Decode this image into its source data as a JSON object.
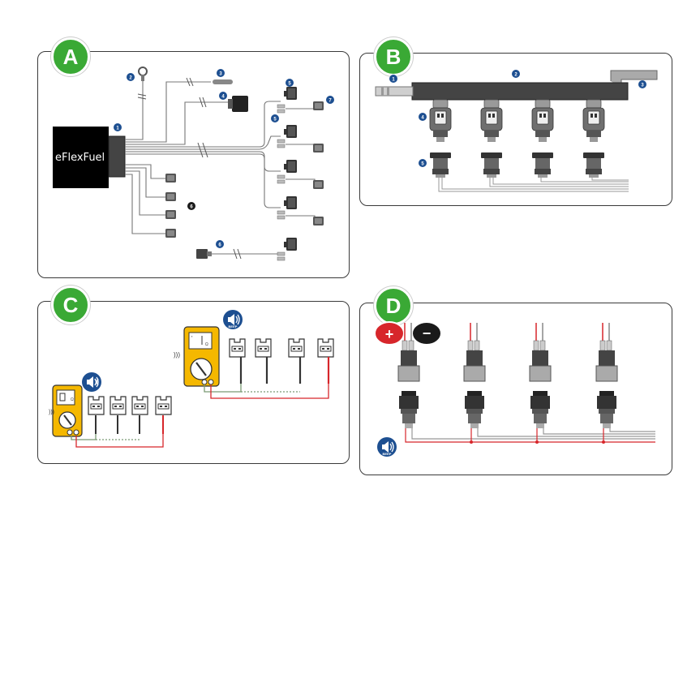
{
  "panels": {
    "a": {
      "letter": "A"
    },
    "b": {
      "letter": "B"
    },
    "c": {
      "letter": "C"
    },
    "d": {
      "letter": "D"
    }
  },
  "panel_a": {
    "ecu_label": "eFlexFuel",
    "callouts": [
      "1",
      "2",
      "3",
      "4",
      "5",
      "5",
      "6",
      "7",
      "6"
    ]
  },
  "panel_b": {
    "callouts": [
      "1",
      "2",
      "3",
      "4",
      "5"
    ]
  },
  "panel_c": {
    "beep_label": "BEEP"
  },
  "panel_d": {
    "plus_symbol": "+",
    "minus_symbol": "−",
    "beep_label": "BEEP"
  },
  "colors": {
    "accent_green": "#3aa935",
    "callout_blue": "#1d4f91",
    "multimeter_yellow": "#f5b800",
    "wire_red": "#d7262b",
    "wire_grey": "#8a8a8a",
    "dark": "#333333"
  }
}
